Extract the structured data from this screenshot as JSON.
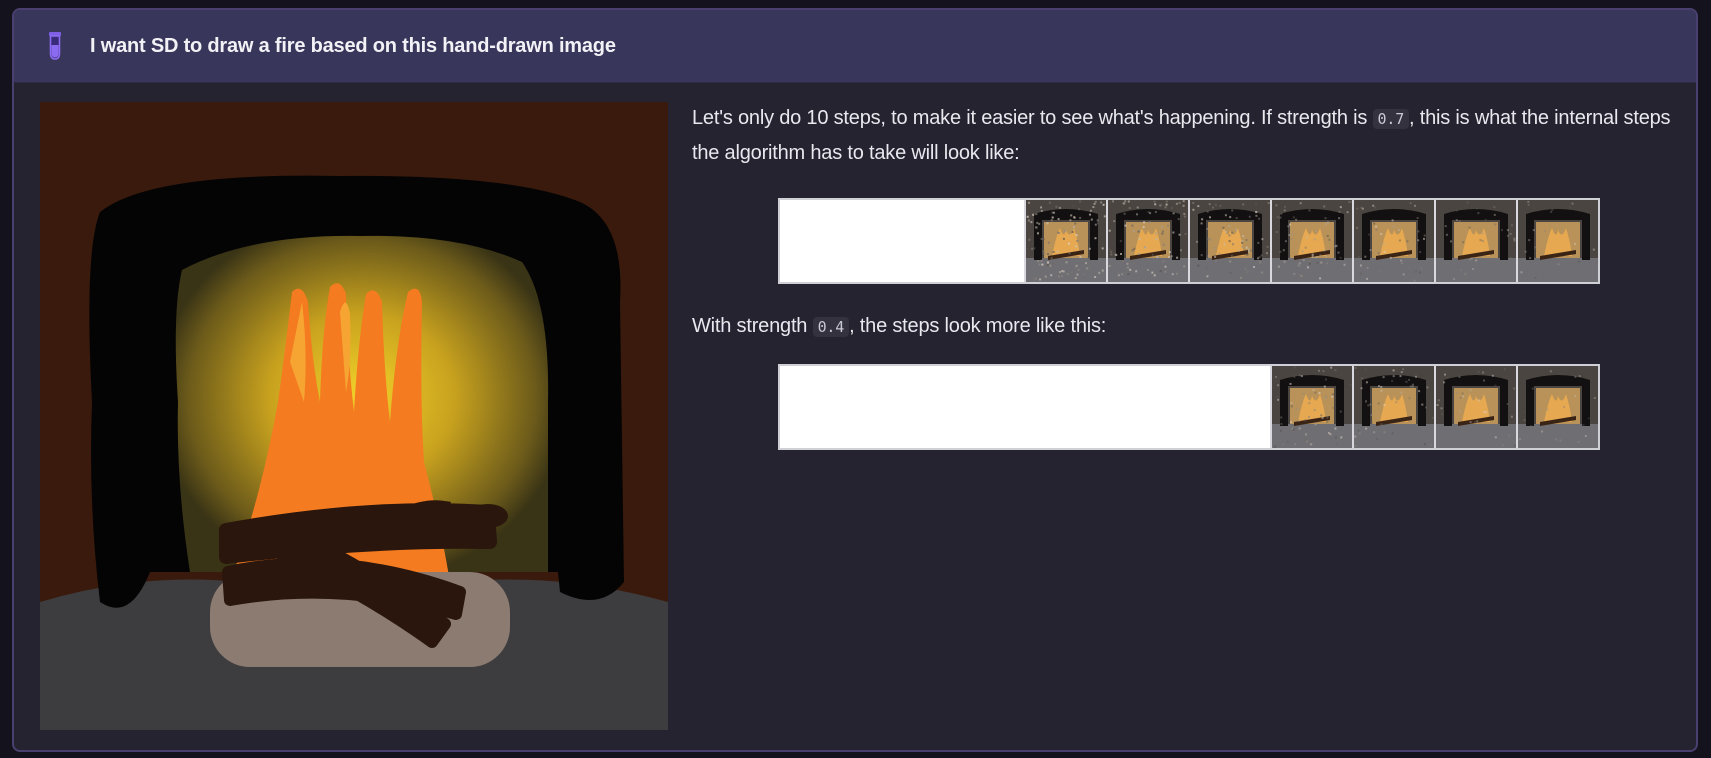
{
  "header": {
    "title": "I want SD to draw a fire based on this hand-drawn image",
    "icon": "test-tube-icon"
  },
  "drawing": {
    "alt": "hand-drawn fireplace with fire and logs"
  },
  "explanation": {
    "para1_before": "Let's only do 10 steps, to make it easier to see what's happening. If strength is",
    "strength1": "0.7",
    "para1_after": ", this is what the internal steps the algorithm has to take will look like:",
    "para2_before": "With strength",
    "strength2": "0.4",
    "para2_after": ", the steps look more like this:"
  },
  "strips": [
    {
      "strength": 0.7,
      "total_steps": 10,
      "frames": 7
    },
    {
      "strength": 0.4,
      "total_steps": 10,
      "frames": 4
    }
  ],
  "colors": {
    "header_bg": "#38365a",
    "card_bg": "#24232f",
    "accent_purple": "#8b6cf0",
    "fire_orange": "#f47b20",
    "glow_yellow": "#e0c02a"
  }
}
